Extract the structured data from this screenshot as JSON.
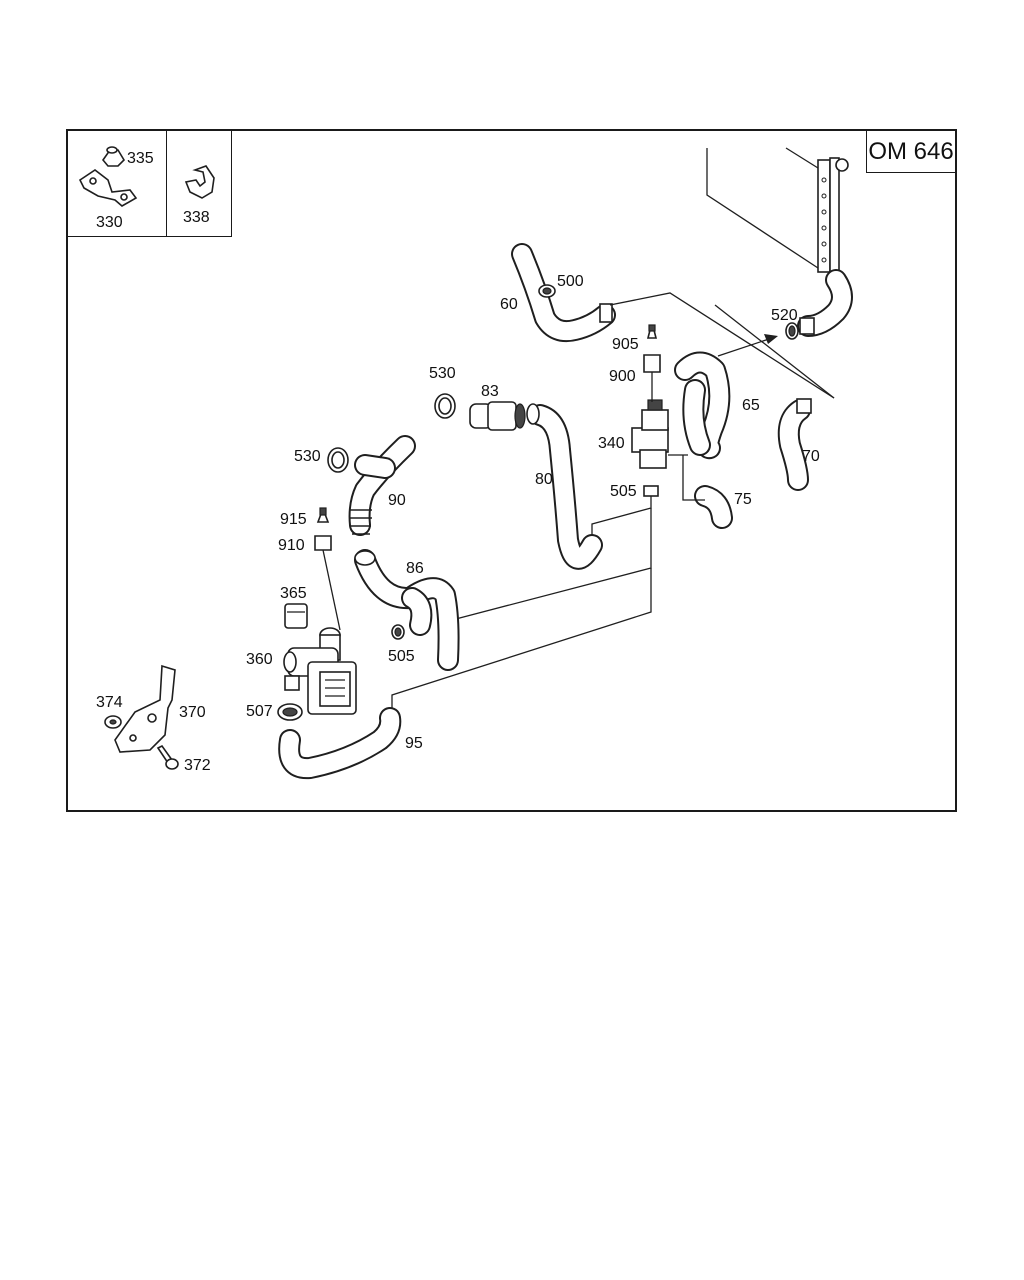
{
  "engine_code": "OM 646",
  "callouts": [
    {
      "id": "335",
      "text": "335"
    },
    {
      "id": "330",
      "text": "330"
    },
    {
      "id": "338",
      "text": "338"
    },
    {
      "id": "500",
      "text": "500"
    },
    {
      "id": "60",
      "text": "60"
    },
    {
      "id": "520",
      "text": "520"
    },
    {
      "id": "905",
      "text": "905"
    },
    {
      "id": "900",
      "text": "900"
    },
    {
      "id": "530a",
      "text": "530"
    },
    {
      "id": "83",
      "text": "83"
    },
    {
      "id": "65",
      "text": "65"
    },
    {
      "id": "340",
      "text": "340"
    },
    {
      "id": "70",
      "text": "70"
    },
    {
      "id": "530b",
      "text": "530"
    },
    {
      "id": "80",
      "text": "80"
    },
    {
      "id": "90",
      "text": "90"
    },
    {
      "id": "505a",
      "text": "505"
    },
    {
      "id": "75",
      "text": "75"
    },
    {
      "id": "915",
      "text": "915"
    },
    {
      "id": "910",
      "text": "910"
    },
    {
      "id": "86",
      "text": "86"
    },
    {
      "id": "365",
      "text": "365"
    },
    {
      "id": "360",
      "text": "360"
    },
    {
      "id": "505b",
      "text": "505"
    },
    {
      "id": "374",
      "text": "374"
    },
    {
      "id": "370",
      "text": "370"
    },
    {
      "id": "507",
      "text": "507"
    },
    {
      "id": "95",
      "text": "95"
    },
    {
      "id": "372",
      "text": "372"
    }
  ]
}
